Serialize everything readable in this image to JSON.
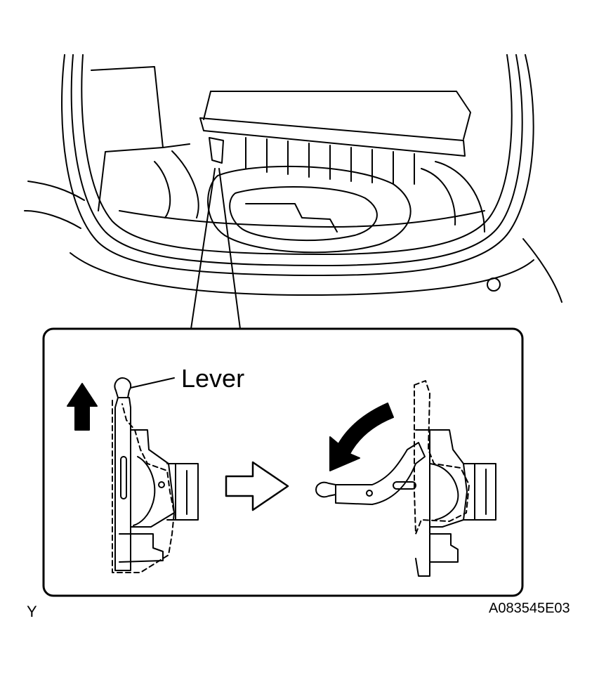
{
  "labels": {
    "lever": "Lever",
    "corner_mark": "Y",
    "figure_code": "A083545E03"
  },
  "colors": {
    "line": "#000000",
    "background": "#ffffff"
  },
  "arrows": {
    "up": "solid-up-arrow",
    "transition": "hollow-right-arrow",
    "rotate": "curved-counterclockwise-arrow"
  }
}
